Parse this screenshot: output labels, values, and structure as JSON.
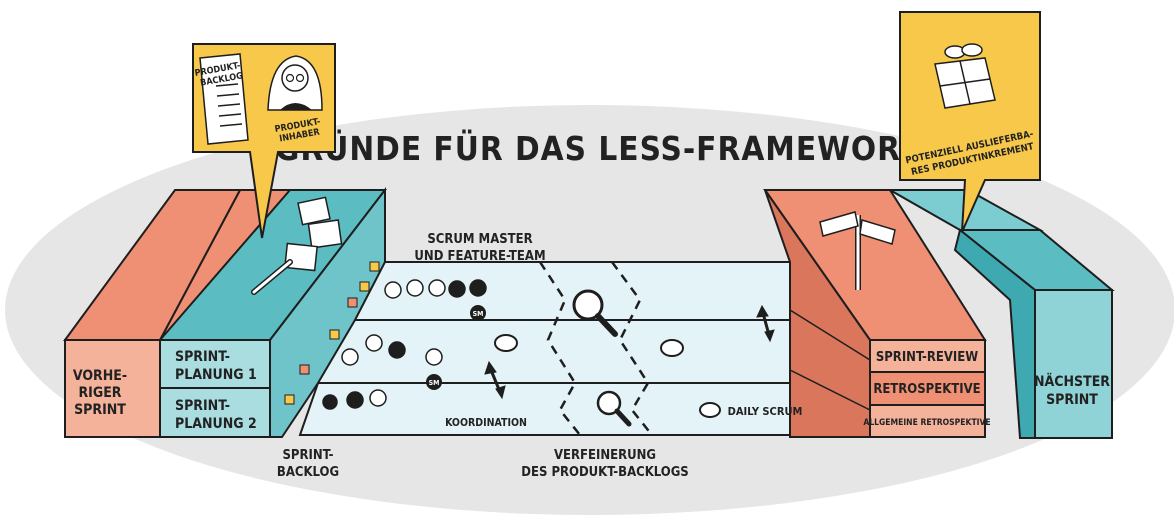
{
  "title": "GRÜNDE FÜR DAS LESS-FRAMEWORK",
  "colors": {
    "salmon": "#ef8f73",
    "salmon_light": "#f4b29a",
    "teal": "#5bbcc2",
    "teal_light": "#a9dde0",
    "floor": "#e3f3f7",
    "yellow": "#f7c84a",
    "oval": "#e6e6e6",
    "ink": "#1e1e1e"
  },
  "product_owner_bubble": {
    "backlog_title": [
      "PRODUKT-",
      "BACKLOG"
    ],
    "role_label": [
      "PRODUKT-",
      "INHABER"
    ],
    "icons": [
      "document-icon",
      "person-icon"
    ]
  },
  "increment_bubble": {
    "label": [
      "POTENZIELL AUSLIEFERBA-",
      "RES PRODUKTINKREMENT"
    ],
    "icon": "gift-icon"
  },
  "left_blocks": {
    "previous_sprint": [
      "VORHE-",
      "RIGER",
      "SPRINT"
    ],
    "sprint_planning_1": [
      "SPRINT-",
      "PLANUNG 1"
    ],
    "sprint_planning_2": [
      "SPRINT-",
      "PLANUNG 2"
    ],
    "sprint_backlog": [
      "SPRINT-",
      "BACKLOG"
    ]
  },
  "center_labels": {
    "scrum_master_team": [
      "SCRUM MASTER",
      "UND FEATURE-TEAM"
    ],
    "coordination": "KOORDINATION",
    "refinement": [
      "VERFEINERUNG",
      "DES PRODUKT-BACKLOGS"
    ],
    "daily_scrum": "DAILY SCRUM",
    "sm_badge": "SM"
  },
  "right_blocks": {
    "sprint_review": "SPRINT-REVIEW",
    "retrospective": "RETROSPEKTIVE",
    "overall_retrospective": "ALLGEMEINE RETROSPEKTIVE",
    "next_sprint": [
      "NÄCHSTER",
      "SPRINT"
    ]
  }
}
